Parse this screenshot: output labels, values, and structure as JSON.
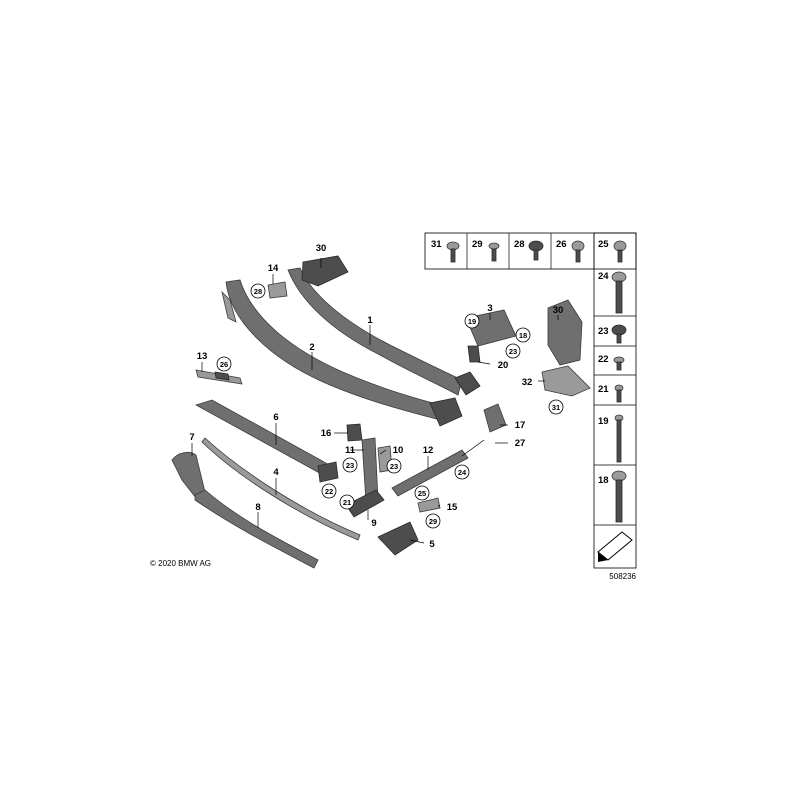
{
  "copyright": "© 2020 BMW AG",
  "ref_number": "508236",
  "labels": {
    "p1": "1",
    "p2": "2",
    "p3": "3",
    "p4": "4",
    "p5": "5",
    "p6": "6",
    "p7": "7",
    "p8": "8",
    "p9": "9",
    "p10": "10",
    "p11": "11",
    "p12": "12",
    "p13": "13",
    "p14": "14",
    "p15": "15",
    "p16": "16",
    "p17": "17",
    "p20": "20",
    "p27": "27",
    "p30a": "30",
    "p30b": "30",
    "p32": "32"
  },
  "circled": {
    "c19": "19",
    "c18": "18",
    "c23a": "23",
    "c26": "26",
    "c28": "28",
    "c23b": "23",
    "c23c": "23",
    "c22": "22",
    "c21": "21",
    "c25": "25",
    "c29": "29",
    "c24": "24",
    "c31": "31"
  },
  "fasteners_top": [
    "31",
    "29",
    "28",
    "26",
    "25"
  ],
  "fasteners_side": [
    "24",
    "23",
    "22",
    "21",
    "19",
    "18"
  ]
}
